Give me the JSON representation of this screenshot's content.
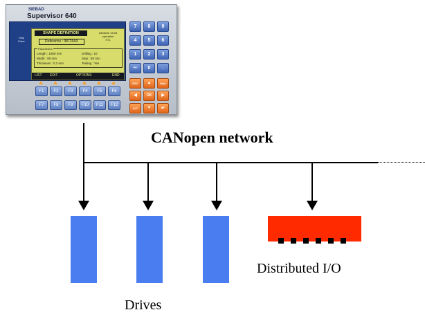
{
  "hmi": {
    "brand": "SIEBAD",
    "model": "Supervisor 640",
    "side_label": "Help\nEnter",
    "screen": {
      "title": "SHAPE DEFINITION",
      "date": "15/06/02 16:53",
      "status": "operation\nSTL",
      "reference": "Reference : 98725AX",
      "params_title": "Parameters",
      "length": "Length : 1500 mm",
      "width": "Width : 80 mm",
      "thickness": "Thickness : 0.2 mm",
      "drilling": "Drilling : 10",
      "step": "Step : 85 mm",
      "testing": "Testing : Yes",
      "menu": [
        "LIST",
        "EDIT",
        "OPTIONS",
        "END"
      ]
    },
    "fkeys_row1": [
      "F1",
      "F2",
      "F3",
      "F4",
      "F5",
      "F6"
    ],
    "fkeys_row2": [
      "F7",
      "F8",
      "F9",
      "F10",
      "F11",
      "F12"
    ],
    "keypad": {
      "digits": [
        "7",
        "8",
        "9",
        "4",
        "5",
        "6",
        "1",
        "2",
        "3",
        "+/-",
        "0",
        "."
      ],
      "nav": [
        "ESC",
        "▲",
        "Mod",
        "◀",
        "OK",
        "▶",
        "ALT",
        "▼",
        "↵"
      ]
    },
    "colors": {
      "keypad_blue": "#4a6fbf",
      "keypad_orange": "#f07a2a",
      "lcd": "#d8dc6a"
    }
  },
  "network": {
    "label": "CANopen network"
  },
  "devices": {
    "drives_label": "Drives",
    "io_label": "Distributed I/O",
    "colors": {
      "drive": "#4a7df0",
      "io": "#ff2a00"
    }
  }
}
